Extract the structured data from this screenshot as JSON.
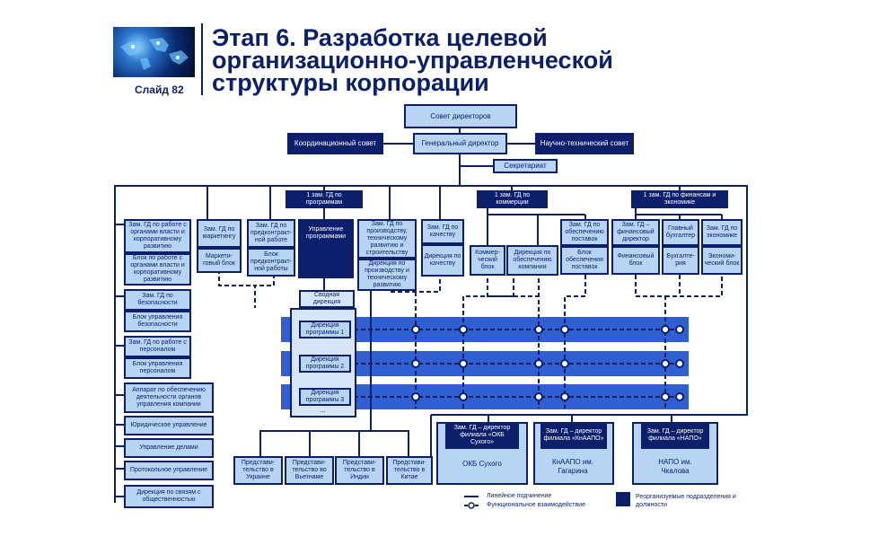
{
  "header": {
    "title_line1": "Этап 6. Разработка целевой",
    "title_line2": "организационно-управленческой",
    "title_line3": "структуры корпорации",
    "slide_label": "Слайд 82"
  },
  "top": {
    "board": "Совет директоров",
    "gd": "Генеральный директор",
    "coord": "Координационный совет",
    "sci": "Научно-технический совет",
    "secretariat": "Секретариат"
  },
  "vps": {
    "programs": "1 зам. ГД по программам",
    "commerce": "1 зам. ГД по коммерции",
    "finance": "1 зам. ГД по финансам и экономике"
  },
  "left": {
    "b1": "Зам. ГД по работе с органами власти и корпоративному развитию",
    "b2": "Блок по работе с органами власти и корпоративному развитию",
    "b3": "Зам. ГД по безопасности",
    "b4": "Блок управления безопасности",
    "b5": "Зам. ГД по работе с персоналом",
    "b6": "Блок управления персоналом",
    "b7": "Аппарат по обеспечению деятельности органов управления компании",
    "b8": "Юридическое управление",
    "b9": "Управление делами",
    "b10": "Протокольное управление",
    "b11": "Дирекция по связям с общественностью"
  },
  "programs": {
    "mkt": "Зам. ГД по маркетингу",
    "mkt_block": "Маркети-\nговый блок",
    "precontract": "Зам. ГД по предконтракт-ной работе",
    "precontract_block": "Блок предконтракт-ной работы",
    "prog_mgmt": "Управление программами",
    "prod": "Зам. ГД по производству, техническому развитию и строительству",
    "prod_dir": "Дирекция по производству и техническому развитию",
    "quality": "Зам. ГД по качеству",
    "quality_dir": "Дирекция по качеству",
    "summary_dir": "Сводная дирекция",
    "dir1": "Дирекция программы 1",
    "dir2": "Дирекция программы 2",
    "dir3": "Дирекция программы 3",
    "dots": "..."
  },
  "commerce": {
    "comm_block": "Коммер-ческий блок",
    "support_dir": "Дирекция по обеспечению компании",
    "supply": "Зам. ГД по обеспечению поставок",
    "supply_block": "Блок обеспечения поставок"
  },
  "finance": {
    "fin_dir": "Зам. ГД – финансовый директор",
    "fin_block": "Финансовый блок",
    "chief_acc": "Главный бухгалтер",
    "acc": "Бухгалте-рия",
    "econ": "Зам. ГД по экономике",
    "econ_block": "Экономи-ческий блок"
  },
  "reps": {
    "ukraine": "Представи-тельство в Украине",
    "vietnam": "Представи-тельство во Вьетнаме",
    "india": "Представи-тельство в Индии",
    "china": "Представи-тельство в Китае"
  },
  "branches": {
    "okb_head": "Зам. ГД – директор филиала «ОКБ Сухого»",
    "okb": "ОКБ Сухого",
    "knaapo_head": "Зам. ГД – директор филиала «КнААПО»",
    "knaapo": "КнААПО им. Гагарина",
    "napo_head": "Зам. ГД – директор филиала «НАПО»",
    "napo": "НАПО им. Чкалова"
  },
  "legend": {
    "linear": "Линейное подчинение",
    "functional": "Функциональное взаимодействие",
    "reorg": "Реорганизуемые подразделения и должности"
  },
  "colors": {
    "navy": "#0b1f6b",
    "light": "#b7d4f2",
    "band": "#2f5fd0"
  }
}
